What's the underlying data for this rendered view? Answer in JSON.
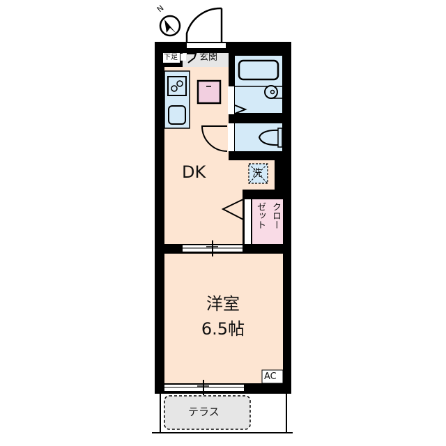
{
  "floorplan": {
    "compass": {
      "north_label": "N",
      "icon": "compass-north-arrow-icon"
    },
    "rooms": {
      "entrance": {
        "label": "玄関"
      },
      "shoe_box": {
        "label": "下足"
      },
      "dk": {
        "label": "DK"
      },
      "washer": {
        "label": "洗"
      },
      "closet": {
        "label_line1": "クロー",
        "label_line2": "ゼット"
      },
      "western_room": {
        "label_line1": "洋室",
        "label_line2": "6.5帖"
      },
      "ac": {
        "label": "AC"
      },
      "terrace": {
        "label": "テラス"
      }
    },
    "colors": {
      "wall": "#000000",
      "dk_floor": "#fde5d2",
      "wet_area": "#d4eaf8",
      "closet": "#f9dbe6",
      "entrance_floor": "#e6e6e6",
      "terrace": "#e6e6e6",
      "fridge": "#f2cfe0"
    }
  }
}
